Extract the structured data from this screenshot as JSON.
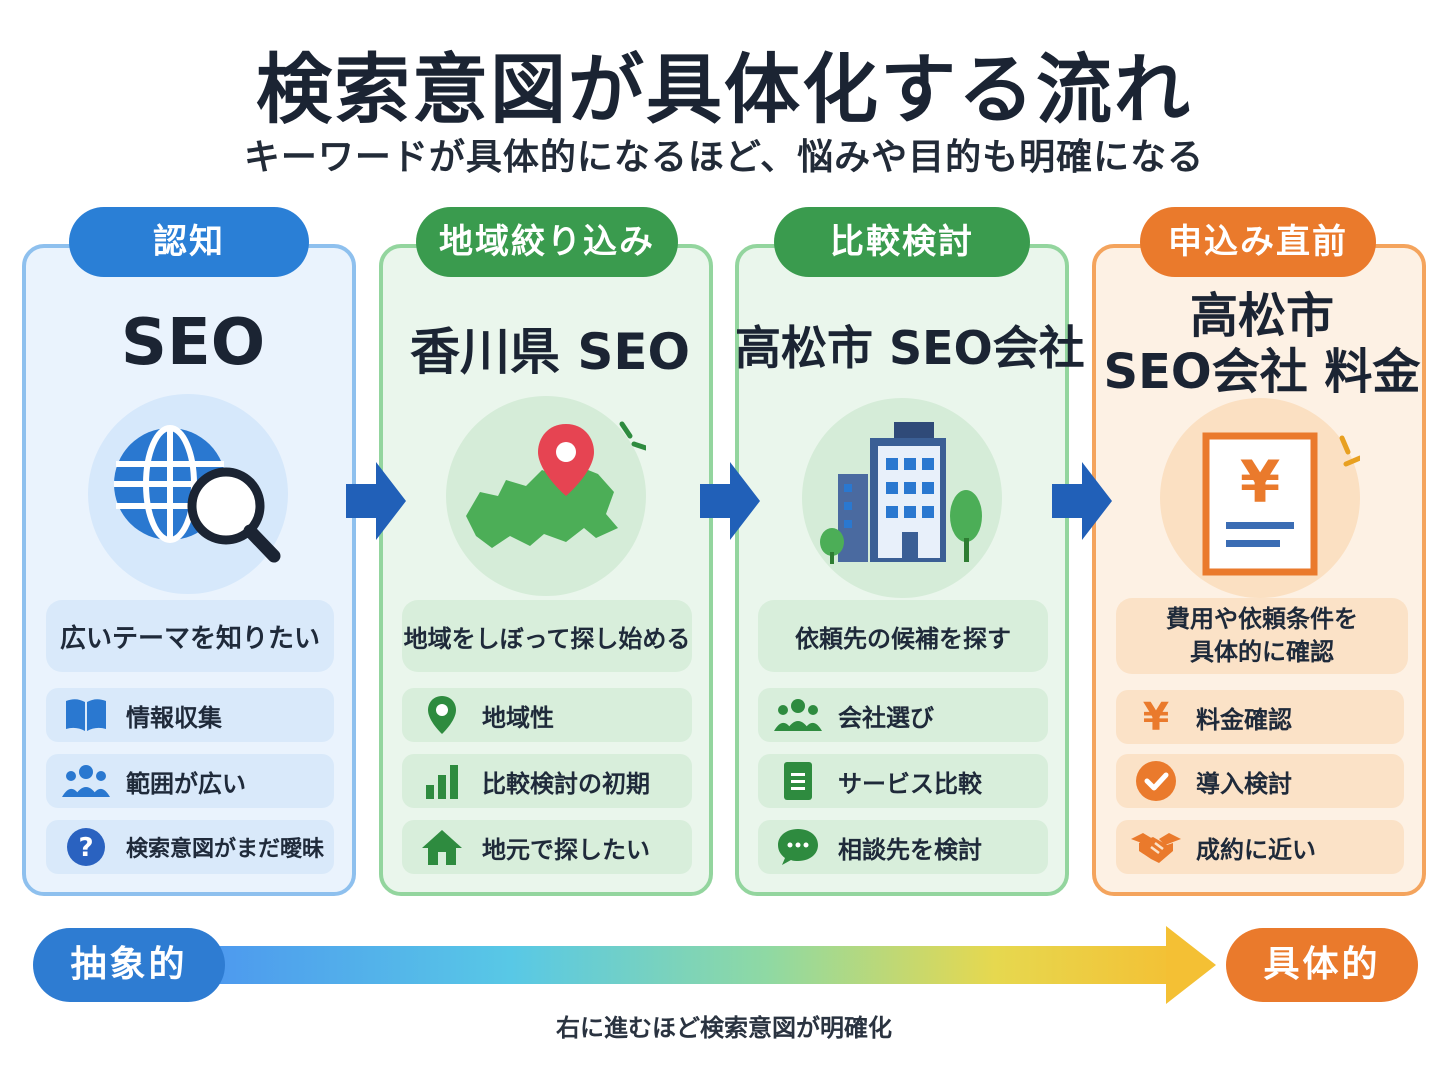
{
  "title": "検索意図が具体化する流れ",
  "subtitle": "キーワードが具体的になるほど、悩みや目的も明確になる",
  "stages": [
    {
      "badge": "認知",
      "keyword": "SEO",
      "keyword_line2": "",
      "description": "広いテーマを知りたい",
      "description_line2": "",
      "color": "#2a7fd6",
      "icon": "globe-search-icon",
      "items": [
        {
          "icon": "book-icon",
          "label": "情報収集"
        },
        {
          "icon": "people-icon",
          "label": "範囲が広い"
        },
        {
          "icon": "question-icon",
          "label": "検索意図がまだ曖昧"
        }
      ]
    },
    {
      "badge": "地域絞り込み",
      "keyword": "香川県 SEO",
      "keyword_line2": "",
      "description": "地域をしぼって探し始める",
      "description_line2": "",
      "color": "#3a9b4e",
      "icon": "map-pin-icon",
      "items": [
        {
          "icon": "location-pin-icon",
          "label": "地域性"
        },
        {
          "icon": "bar-chart-icon",
          "label": "比較検討の初期"
        },
        {
          "icon": "home-icon",
          "label": "地元で探したい"
        }
      ]
    },
    {
      "badge": "比較検討",
      "keyword": "高松市 SEO会社",
      "keyword_line2": "",
      "description": "依頼先の候補を探す",
      "description_line2": "",
      "color": "#3a9b4e",
      "icon": "office-building-icon",
      "items": [
        {
          "icon": "group-icon",
          "label": "会社選び"
        },
        {
          "icon": "document-icon",
          "label": "サービス比較"
        },
        {
          "icon": "chat-bubble-icon",
          "label": "相談先を検討"
        }
      ]
    },
    {
      "badge": "申込み直前",
      "keyword": "高松市",
      "keyword_line2": "SEO会社 料金",
      "description": "費用や依頼条件を",
      "description_line2": "具体的に確認",
      "color": "#ea7a2c",
      "icon": "yen-invoice-icon",
      "items": [
        {
          "icon": "yen-icon",
          "label": "料金確認"
        },
        {
          "icon": "check-circle-icon",
          "label": "導入検討"
        },
        {
          "icon": "handshake-icon",
          "label": "成約に近い"
        }
      ]
    }
  ],
  "scale": {
    "left_label": "抽象的",
    "right_label": "具体的",
    "caption": "右に進むほど検索意図が明確化"
  }
}
